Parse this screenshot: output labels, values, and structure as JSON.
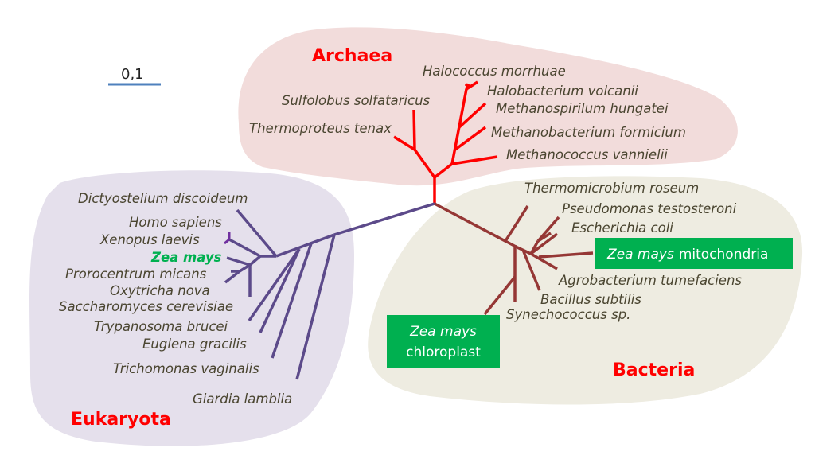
{
  "scale_bar": {
    "label": "0,1",
    "color": "#4f81bd"
  },
  "domains": {
    "archaea": {
      "label": "Archaea",
      "region_color": "#f2dcdb",
      "branch_color": "#ff0000",
      "species": [
        "Halococcus morrhuae",
        "Halobacterium volcanii",
        "Sulfolobus solfataricus",
        "Methanospirilum hungatei",
        "Thermoproteus tenax",
        "Methanobacterium formicium",
        "Methanococcus vannielii"
      ]
    },
    "eukaryota": {
      "label": "Eukaryota",
      "region_color": "#e5e0ec",
      "branch_color": "#5c4a8a",
      "species": [
        "Dictyostelium discoideum",
        "Homo sapiens",
        "Xenopus laevis",
        "Zea mays",
        "Prorocentrum micans",
        "Oxytricha nova",
        "Saccharomyces cerevisiae",
        "Trypanosoma brucei",
        "Euglena gracilis",
        "Trichomonas vaginalis",
        "Giardia lamblia"
      ],
      "highlight_species": "Zea mays",
      "highlight_color": "#00b050"
    },
    "bacteria": {
      "label": "Bacteria",
      "region_color": "#eeece1",
      "branch_color": "#953735",
      "species": [
        "Thermomicrobium roseum",
        "Pseudomonas testosteroni",
        "Escherichia coli",
        "Agrobacterium tumefaciens",
        "Bacillus subtilis",
        "Synechococcus sp."
      ],
      "mitochondria_box": {
        "italic": "Zea mays",
        "plain": " mitochondria",
        "color": "#00b050"
      },
      "chloroplast_box": {
        "line1": "Zea mays",
        "line2": "chloroplast",
        "color": "#00b050"
      }
    }
  }
}
